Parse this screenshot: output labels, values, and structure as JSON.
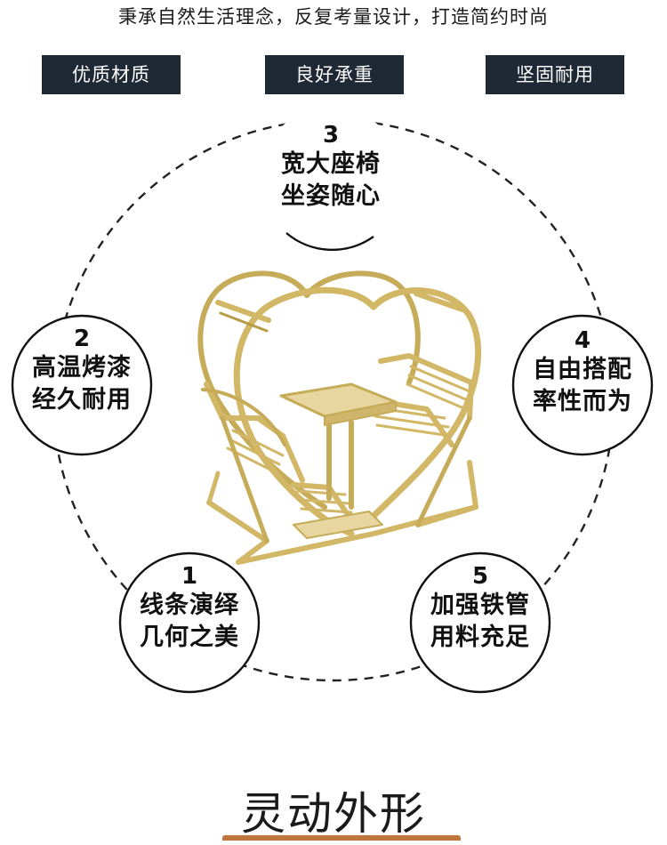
{
  "tagline": "秉承自然生活理念，反复考量设计，打造简约时尚",
  "tags": [
    "优质材质",
    "良好承重",
    "坚固耐用"
  ],
  "features": {
    "f1": {
      "num": "1",
      "line1": "线条演绎",
      "line2": "几何之美"
    },
    "f2": {
      "num": "2",
      "line1": "高温烤漆",
      "line2": "经久耐用"
    },
    "f3": {
      "num": "3",
      "line1": "宽大座椅",
      "line2": "坐姿随心"
    },
    "f4": {
      "num": "4",
      "line1": "自由搭配",
      "line2": "率性而为"
    },
    "f5": {
      "num": "5",
      "line1": "加强铁管",
      "line2": "用料充足"
    }
  },
  "footer_title": "灵动外形",
  "colors": {
    "tag_bg": "#1f2936",
    "frame_gold": "#d2b766",
    "frame_shadow": "#b89a45",
    "accent_bar": "#c0753a",
    "dark_text": "#111111"
  },
  "icons": [
    "heart-swing-chair-illustration"
  ]
}
